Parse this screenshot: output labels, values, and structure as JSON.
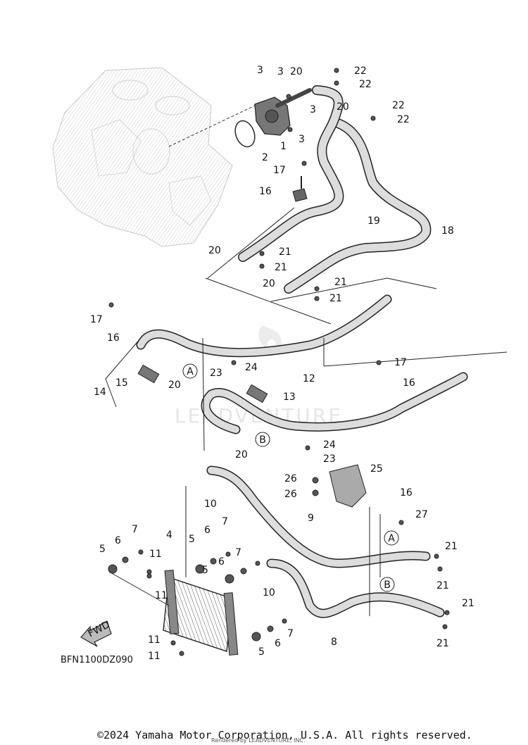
{
  "diagram_code": "BFN1100DZ090",
  "watermark": "LEADVENTURE",
  "fwd_label": "FWD",
  "copyright": "©2024 Yamaha Motor Corporation, U.S.A. All rights reserved.",
  "rendered_by": "Rendered by LEADVENTURE, INC.",
  "callouts": [
    "A",
    "B"
  ],
  "part_labels": [
    "1",
    "2",
    "3",
    "4",
    "5",
    "6",
    "7",
    "8",
    "9",
    "10",
    "11",
    "12",
    "13",
    "14",
    "15",
    "16",
    "17",
    "18",
    "19",
    "20",
    "21",
    "22",
    "23",
    "24",
    "25",
    "26",
    "27"
  ]
}
